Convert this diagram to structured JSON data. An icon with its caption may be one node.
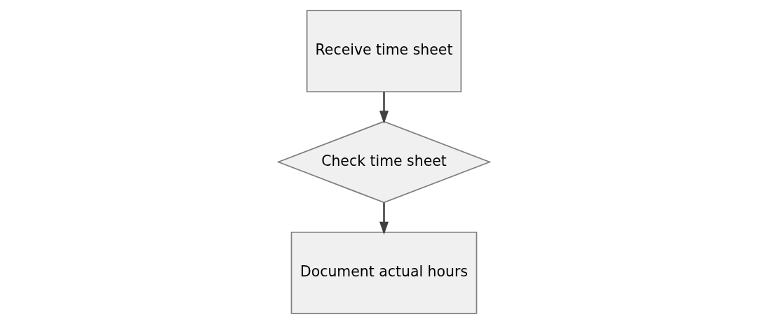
{
  "diagram": {
    "nodes": [
      {
        "text": [
          "Receive time sheet"
        ]
      },
      {
        "text": [
          "Check time sheet"
        ]
      },
      {
        "text": [
          "Document actual hours"
        ]
      }
    ],
    "edges": [
      {
        "from": 0,
        "to": 1,
        "arrow": "to"
      },
      {
        "from": 1,
        "to": 2,
        "arrow": "to"
      }
    ]
  }
}
